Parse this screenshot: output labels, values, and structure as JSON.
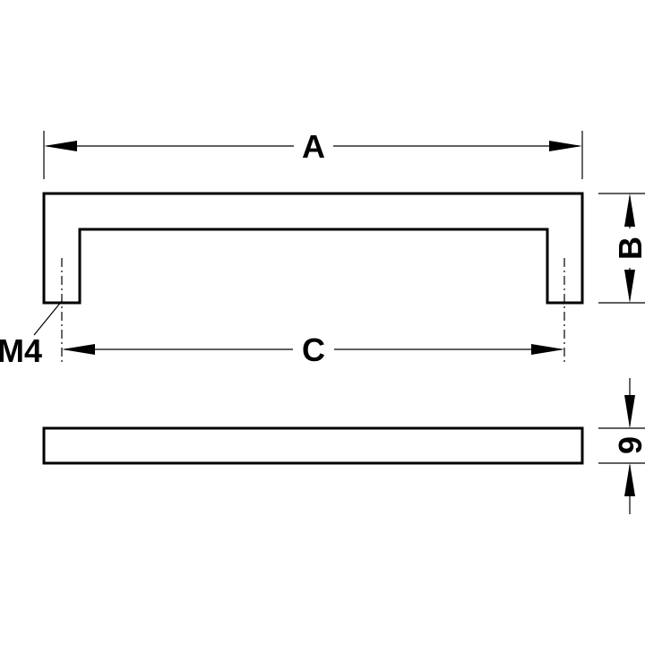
{
  "labels": {
    "a": "A",
    "b": "B",
    "c": "C",
    "thread": "M4",
    "thickness": "9"
  },
  "colors": {
    "line": "#000000",
    "background": "#ffffff"
  }
}
